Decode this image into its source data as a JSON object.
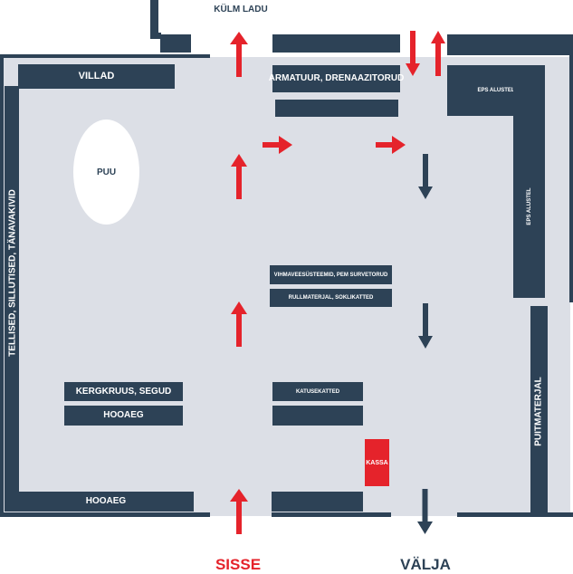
{
  "colors": {
    "shelf": "#2d4256",
    "floor": "#dcdfe6",
    "entrance_arrow": "#e5232b",
    "exit_arrow": "#2d4256",
    "kassa": "#e5232b"
  },
  "outside": {
    "cold_storage": "KÜLM LADU",
    "entrance": "SISSE",
    "exit": "VÄLJA"
  },
  "zones": {
    "villad": "VILLAD",
    "armatuur": "ARMATUUR, DRENAAZITORUD",
    "eps_top": "EPS ALUSTEL",
    "eps_side": "EPS ALUSTEL",
    "left_wall": "TELLISED, SILLUTISED, TÄNAVAKIVID",
    "puumaterjal": "PUITMATERJAL",
    "tree": "PUU",
    "vihmavee": "VIHMAVEESÜSTEEMID, PEM SURVETORUD",
    "rullmaterjal": "RULLMATERJAL, SOKLIKATTED",
    "katusekatted": "KATUSEKATTED",
    "kergkruus": "KERGKRUUS, SEGUD",
    "hooaeg_mid": "HOOAEG",
    "hooaeg_bottom": "HOOAEG",
    "kassa": "KASSA"
  },
  "arrows": [
    {
      "name": "entrance-arrow-top",
      "direction": "up",
      "type": "entrance"
    },
    {
      "name": "flow-arrow-upper",
      "direction": "up",
      "type": "entrance"
    },
    {
      "name": "flow-arrow-middle",
      "direction": "up",
      "type": "entrance"
    },
    {
      "name": "entrance-arrow-bottom",
      "direction": "up",
      "type": "entrance"
    },
    {
      "name": "flow-arrow-right-1",
      "direction": "right",
      "type": "entrance"
    },
    {
      "name": "flow-arrow-right-2",
      "direction": "right",
      "type": "entrance"
    },
    {
      "name": "cold-storage-in-arrow",
      "direction": "down",
      "type": "entrance"
    },
    {
      "name": "cold-storage-out-arrow",
      "direction": "up",
      "type": "entrance"
    },
    {
      "name": "exit-flow-arrow-1",
      "direction": "down",
      "type": "exit"
    },
    {
      "name": "exit-flow-arrow-2",
      "direction": "down",
      "type": "exit"
    },
    {
      "name": "exit-arrow-bottom",
      "direction": "down",
      "type": "exit"
    }
  ]
}
